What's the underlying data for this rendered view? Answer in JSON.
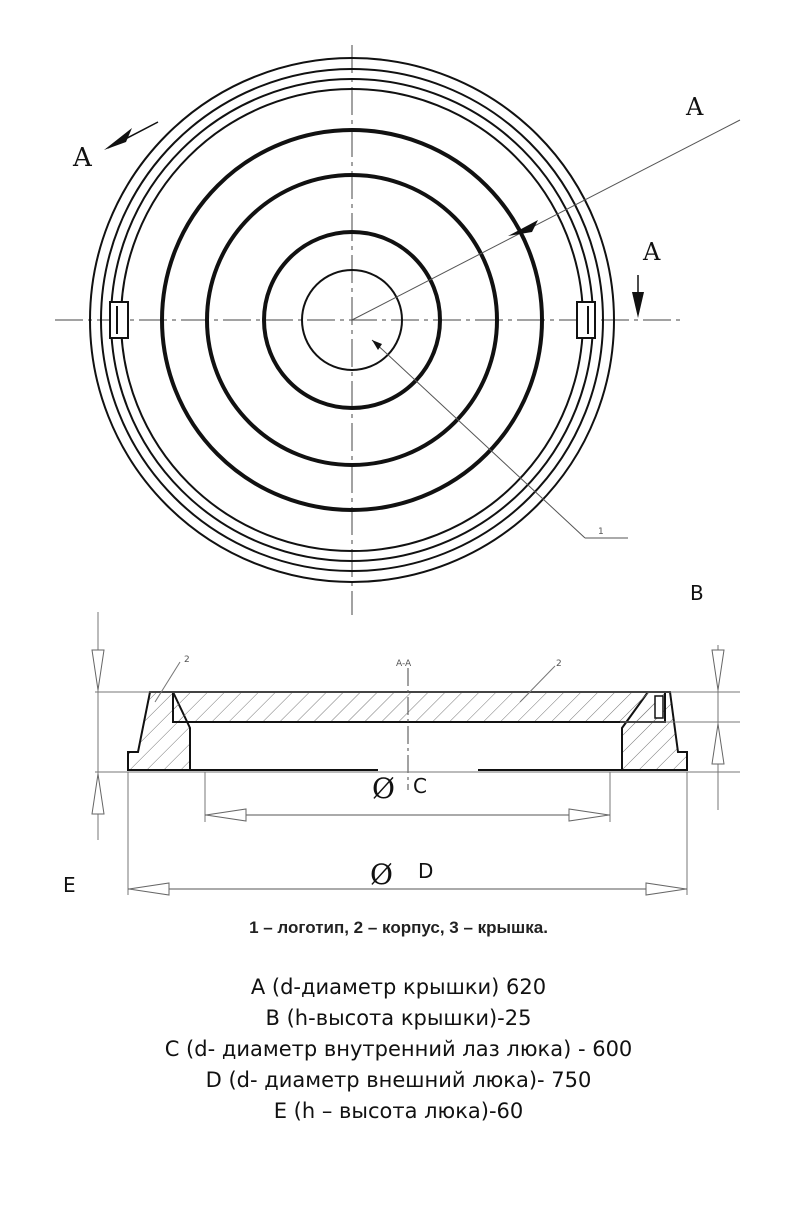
{
  "plan_view": {
    "section_label_left": "A",
    "section_label_top_right": "A",
    "section_label_right": "A",
    "callout_logo": "1",
    "label_b": "B"
  },
  "section_view": {
    "title": "A-A",
    "callout_body_left": "2",
    "callout_body_right": "2",
    "dimension_c": "C",
    "dimension_d": "D",
    "dimension_e": "E",
    "diameter_symbol": "Ø"
  },
  "caption": "1 – логотип, 2 – корпус, 3 – крышка.",
  "legend": [
    "A (d-диаметр крышки)   620",
    "B (h-высота крышки)-25",
    "C (d- диаметр внутренний лаз люка) - 600",
    "D (d- диаметр внешний люка)- 750",
    "E (h – высота люка)-60"
  ]
}
